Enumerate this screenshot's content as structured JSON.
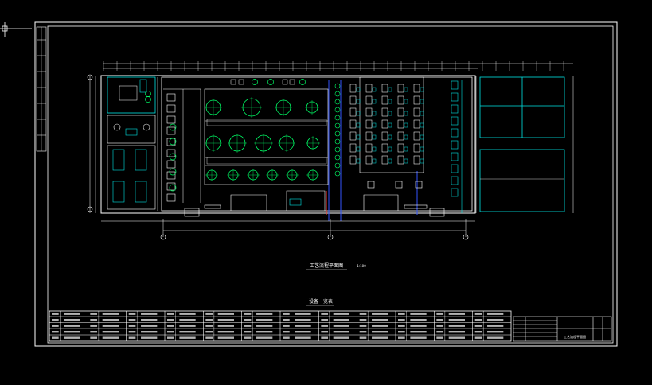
{
  "drawing": {
    "plan_title": "工艺流程平面图",
    "plan_scale": "1:100",
    "equipment_list_title": "设备一览表",
    "sheet_title": "工艺流程平面图"
  },
  "colors": {
    "background": "#000000",
    "line": "#ffffff",
    "equipment": "#00ff66",
    "pipe": "#3355ff",
    "cyan": "#00e5e5",
    "red": "#ff3333"
  },
  "crosshair_icon": "crosshair-icon"
}
